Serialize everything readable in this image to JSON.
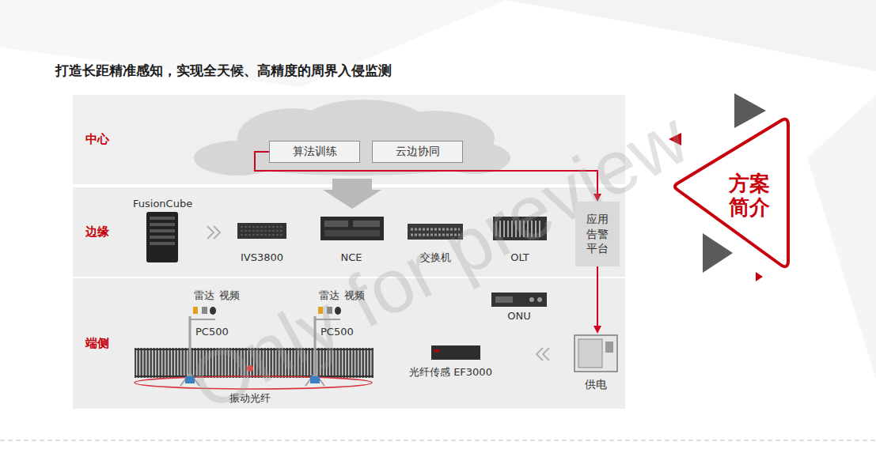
{
  "diagram": {
    "title": "打造长距精准感知，实现全天候、高精度的周界入侵监测",
    "nodes": [
      {
        "text": [
          "中心"
        ]
      },
      {
        "text": [
          "算法训练"
        ],
        "in": 0
      },
      {
        "text": [
          "云边协同"
        ],
        "in": 0
      },
      {
        "text": [
          "边缘"
        ]
      },
      {
        "text": [
          "应用 告警 平台"
        ],
        "in": 3
      },
      {
        "text": [
          "端侧"
        ]
      },
      {
        "text": [
          "供电"
        ],
        "in": 5
      },
      {
        "text": [
          "方案 简介"
        ]
      }
    ],
    "edges": [
      {
        "from": 1,
        "to": 4,
        "arrow": "to"
      },
      {
        "from": 4,
        "to": 6,
        "arrow": "to"
      }
    ],
    "labels": [
      "FusionCube",
      "IVS3800",
      "NCE",
      "交换机",
      "OLT",
      "雷达",
      "视频",
      "PC500",
      "雷达",
      "视频",
      "PC500",
      "ONU",
      "光纤传感 EF3000",
      "振动光纤",
      "Only for preview"
    ]
  }
}
